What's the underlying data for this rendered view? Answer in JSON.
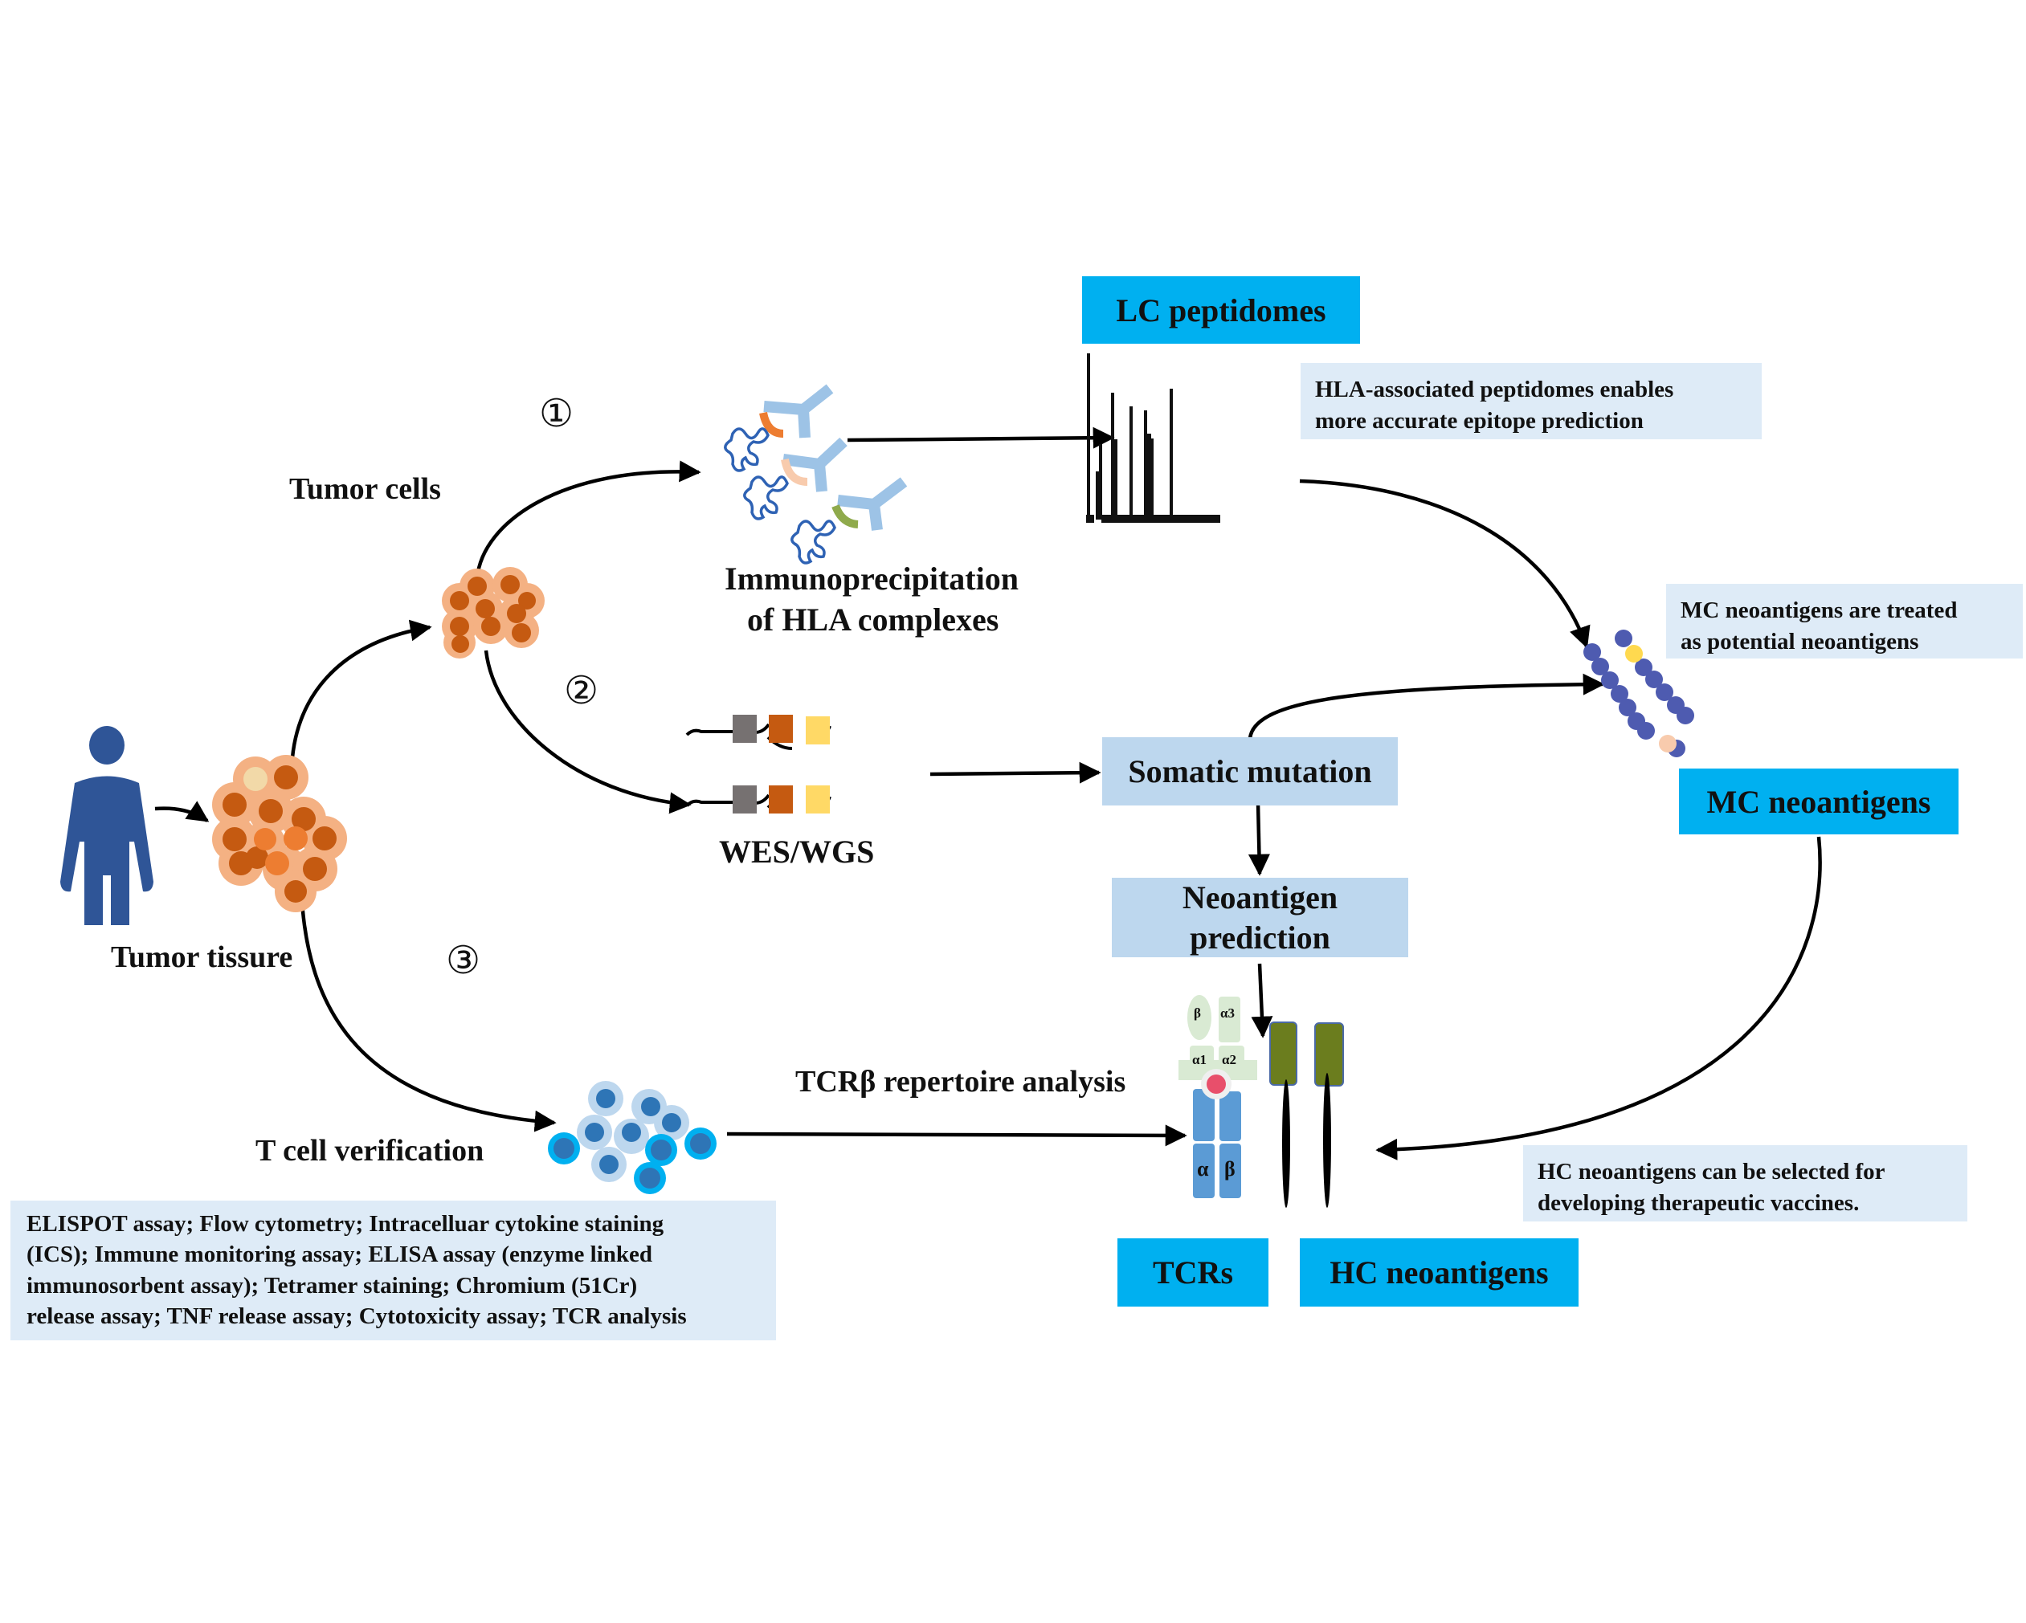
{
  "labels": {
    "tumor_tissue": "Tumor tissure",
    "tumor_cells": "Tumor cells",
    "immunoprecipitation_line1": "Immunoprecipitation",
    "immunoprecipitation_line2": "of HLA complexes",
    "wes_wgs": "WES/WGS",
    "t_cell_verification": "T cell verification",
    "tcr_repertoire": "TCRβ repertoire analysis"
  },
  "steps": [
    "①",
    "②",
    "③"
  ],
  "boxes": {
    "lc_peptidomes": "LC peptidomes",
    "somatic_mutation": "Somatic mutation",
    "neoantigen_prediction_line1": "Neoantigen",
    "neoantigen_prediction_line2": "prediction",
    "mc_neoantigens": "MC neoantigens",
    "tcrs": "TCRs",
    "hc_neoantigens": "HC neoantigens"
  },
  "notes": {
    "hla_line1": "HLA-associated peptidomes enables",
    "hla_line2": "more accurate epitope prediction",
    "mc_line1": "MC neoantigens are treated",
    "mc_line2": "as potential neoantigens",
    "hc_line1": "HC neoantigens can be selected for",
    "hc_line2": "developing therapeutic vaccines.",
    "assays_line1": "ELISPOT assay; Flow cytometry; Intracelluar cytokine staining",
    "assays_line2": "(ICS); Immune monitoring assay; ELISA assay (enzyme linked",
    "assays_line3": "immunosorbent assay); Tetramer staining; Chromium (51Cr)",
    "assays_line4": "release assay; TNF release assay; Cytotoxicity assay; TCR analysis"
  },
  "hla_molecule_labels": {
    "beta2m": "β",
    "a3": "α3",
    "a1": "α1",
    "a2": "α2"
  },
  "tcr_chain_labels": {
    "alpha": "α",
    "beta": "β"
  },
  "colors": {
    "accent_box": "#00b0f0",
    "process_box": "#bdd7ee",
    "note_box": "#deebf7",
    "person": "#2f5597",
    "tumor_cell": "#c55a11",
    "tumor_halo": "#f4b183",
    "t_cell": "#2e75b6",
    "peptide_bead": "#4e5bb0",
    "hc_antigen": "#6b7d1e"
  }
}
